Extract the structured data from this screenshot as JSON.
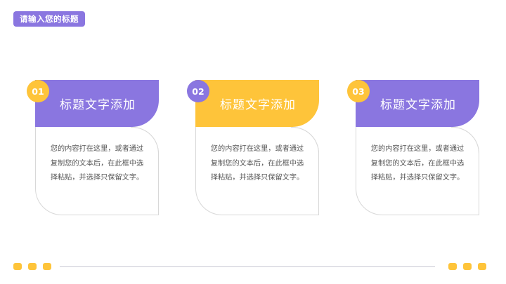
{
  "header": {
    "title_tag": "请输入您的标题"
  },
  "colors": {
    "purple": "#8a76e0",
    "yellow": "#fec43a",
    "border": "#d8d8d8",
    "body_text": "#555555",
    "divider": "#c8c8d4"
  },
  "cards": [
    {
      "number": "01",
      "title": "标题文字添加",
      "body": "您的内容打在这里，或者通过复制您的文本后，在此框中选择粘贴，并选择只保留文字。",
      "head_color": "#8a76e0",
      "badge_color": "#fec43a"
    },
    {
      "number": "02",
      "title": "标题文字添加",
      "body": "您的内容打在这里，或者通过复制您的文本后，在此框中选择粘贴，并选择只保留文字。",
      "head_color": "#fec43a",
      "badge_color": "#8a76e0"
    },
    {
      "number": "03",
      "title": "标题文字添加",
      "body": "您的内容打在这里，或者通过复制您的文本后，在此框中选择粘贴，并选择只保留文字。",
      "head_color": "#8a76e0",
      "badge_color": "#fec43a"
    }
  ],
  "footer": {
    "left_dots": 3,
    "right_dots": 3,
    "dot_color": "#fec43a"
  }
}
